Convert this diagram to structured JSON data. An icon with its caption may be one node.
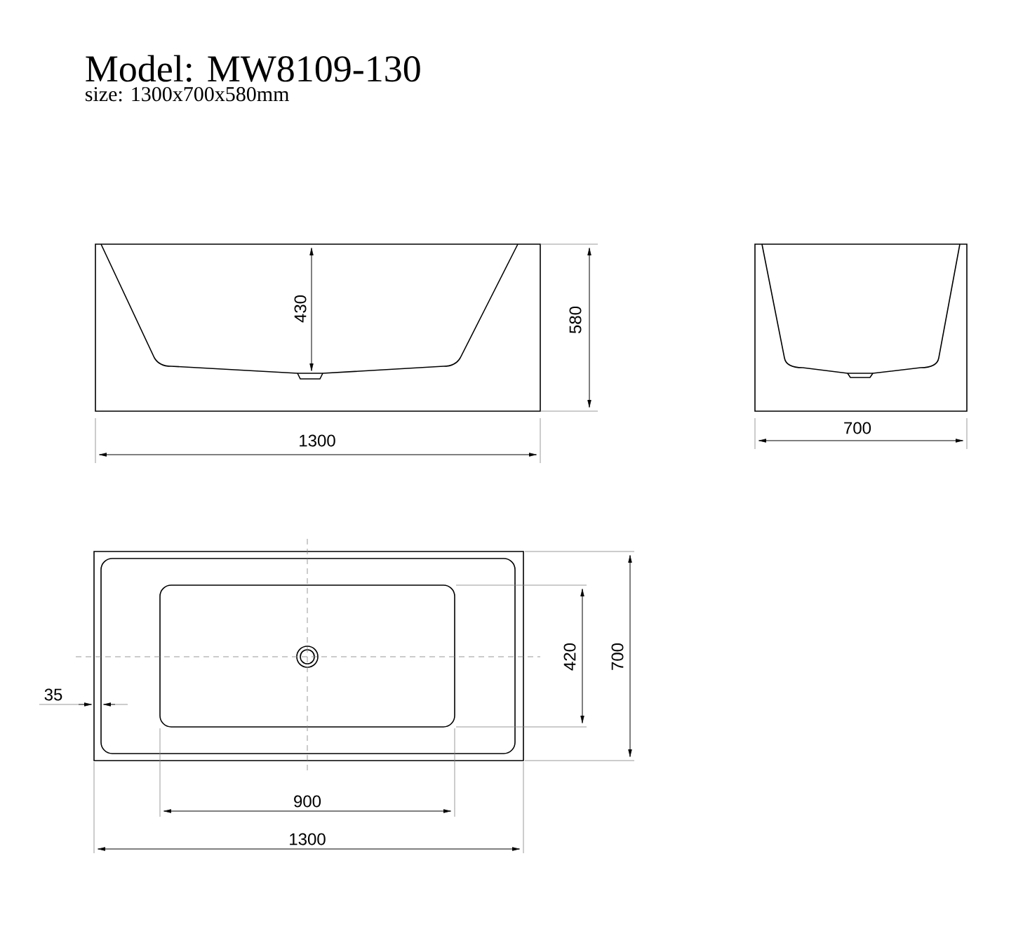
{
  "diagram": {
    "title": "Model: MW8109-130",
    "labels": [
      "size: 1300x700x580mm",
      "430",
      "580",
      "1300",
      "700",
      "420",
      "700",
      "35",
      "900",
      "1300"
    ]
  }
}
